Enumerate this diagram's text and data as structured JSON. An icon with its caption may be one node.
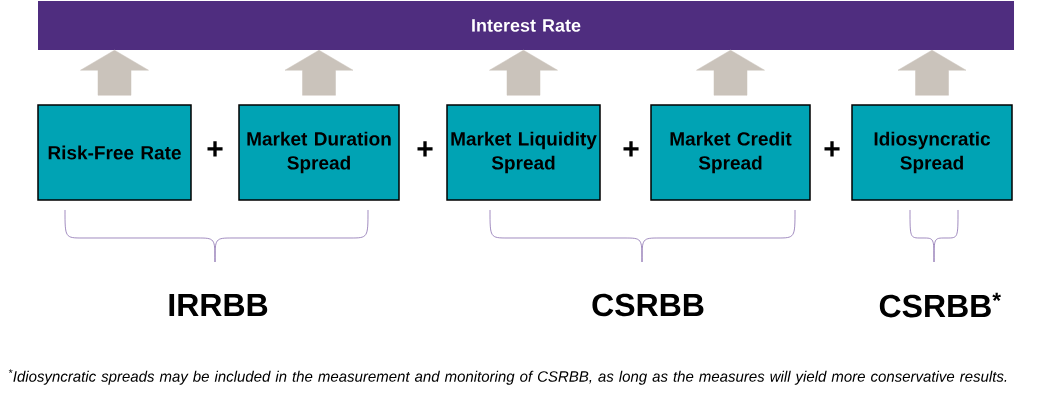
{
  "diagram": {
    "nodes": [
      {
        "text": [
          "Interest Rate"
        ]
      },
      {
        "text": [
          "Risk-Free Rate"
        ]
      },
      {
        "text": [
          "Market Duration Spread"
        ]
      },
      {
        "text": [
          "Market Liquidity Spread"
        ]
      },
      {
        "text": [
          "Market Credit Spread"
        ]
      },
      {
        "text": [
          "Idiosyncratic Spread"
        ]
      }
    ],
    "edges": [
      {
        "from": 1,
        "to": 0,
        "arrow": "to"
      },
      {
        "from": 2,
        "to": 0,
        "arrow": "to"
      },
      {
        "from": 3,
        "to": 0,
        "arrow": "to"
      },
      {
        "from": 4,
        "to": 0,
        "arrow": "to"
      },
      {
        "from": 5,
        "to": 0,
        "arrow": "to"
      }
    ],
    "labels": [
      "+",
      "+",
      "+",
      "+",
      "IRRBB",
      "CSRBB",
      "CSRBB$^{*}$",
      "$^{*}$Idiosyncratic spreads may be included in the measurement and monitoring of CSRBB, as long as the measures will yield more conservative results."
    ]
  }
}
